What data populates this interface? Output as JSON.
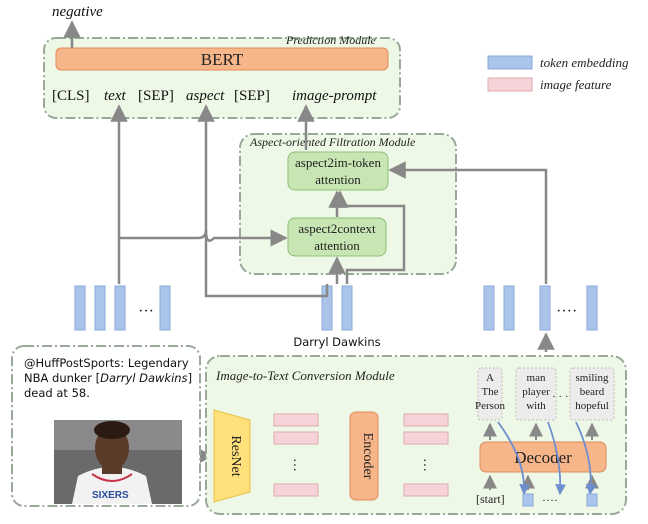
{
  "output_label": "negative",
  "prediction": {
    "title": "Prediction Module",
    "model": "BERT",
    "tokens": [
      "[CLS]",
      "text",
      "[SEP]",
      "aspect",
      "[SEP]",
      "image-prompt"
    ]
  },
  "legend": {
    "token_embedding": "token embedding",
    "image_feature": "image feature",
    "token_color": "#aac4ea",
    "image_color": "#f6d3d8"
  },
  "filtration": {
    "title": "Aspect-oriented Filtration Module",
    "top_block": [
      "aspect2im-token",
      "attention"
    ],
    "bottom_block": [
      "aspect2context",
      "attention"
    ]
  },
  "aspect_term": "Darryl Dawkins",
  "tweet": {
    "prefix": "@HuffPostSports: Legendary NBA dunker [",
    "entity": "Darryl Dawkins",
    "suffix": "] dead at 58."
  },
  "image_to_text": {
    "title": "Image-to-Text Conversion Module",
    "resnet": "ResNet",
    "encoder": "Encoder",
    "decoder": "Decoder",
    "start_token": "[start]",
    "caption_columns": [
      [
        "A",
        "The",
        "Person"
      ],
      [
        "man",
        "player",
        "with"
      ],
      [
        "smiling",
        "beard",
        "hopeful"
      ]
    ],
    "ellipsis": "· · · ·"
  },
  "colors": {
    "module_fill": "#eef8e6",
    "module_border": "#9aa89a",
    "green_block": "#c8e6b4",
    "orange_block": "#f7b58a",
    "yellow_block": "#ffe07a",
    "arrow": "#888888"
  }
}
